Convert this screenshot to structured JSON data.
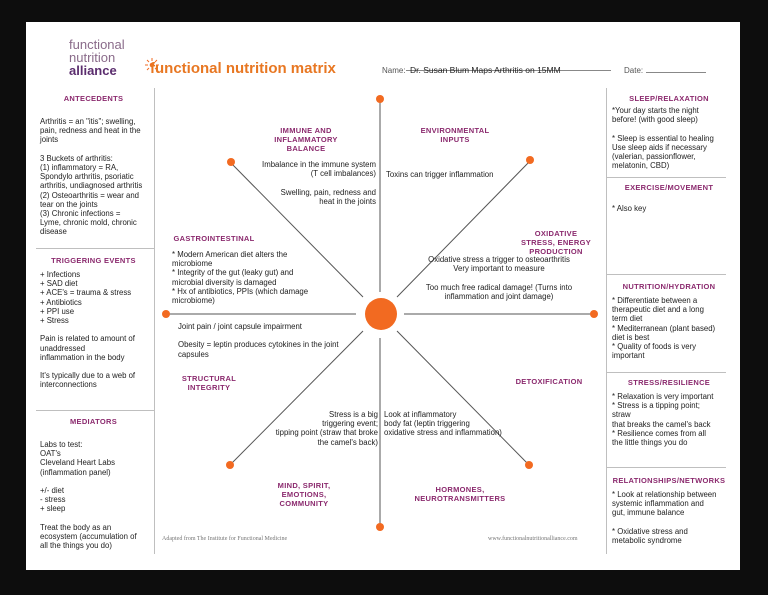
{
  "logo": {
    "line1": "functional",
    "line2": "nutrition",
    "line3": "alliance"
  },
  "title": "functional nutrition matrix",
  "name_field": {
    "label": "Name:",
    "value": "Dr. Susan Blum Maps Arthritis on 15MM"
  },
  "date_field": {
    "label": "Date:"
  },
  "left": {
    "antecedents": {
      "header": "ANTECEDENTS",
      "text": "Arthritis = an \"itis\"; swelling,\npain, redness and heat in the\njoints\n\n3 Buckets of arthritis:\n(1) inflammatory = RA,\nSpondylo arthritis, psoriatic\narthritis, undiagnosed arthritis\n(2) Osteoarthritis = wear and\ntear on the joints\n(3) Chronic infections =\nLyme, chronic mold, chronic\ndisease"
    },
    "triggering": {
      "header": "TRIGGERING EVENTS",
      "text": "+ Infections\n+ SAD diet\n+ ACE's = trauma & stress\n+ Antibiotics\n+ PPI use\n+ Stress\n\nPain is related to amount of\nunaddressed\ninflammation in the body\n\nIt's typically due to a web of\ninterconnections"
    },
    "mediators": {
      "header": "MEDIATORS",
      "text": "Labs to test:\nOAT's\nCleveland Heart Labs\n(inflammation panel)\n\n+/- diet\n- stress\n+ sleep\n\nTreat the body as an\necosystem (accumulation of\nall the things you do)"
    }
  },
  "right": {
    "sleep": {
      "header": "SLEEP/RELAXATION",
      "text": "*Your day starts the night\nbefore! (with good sleep)\n\n* Sleep is essential to healing\nUse sleep aids if necessary\n(valerian, passionflower,\nmelatonin, CBD)"
    },
    "exercise": {
      "header": "EXERCISE/MOVEMENT",
      "text": "* Also key"
    },
    "nutrition": {
      "header": "NUTRITION/HYDRATION",
      "text": "* Differentiate between a\ntherapeutic diet and a long\nterm diet\n* Mediterranean (plant based)\ndiet is best\n* Quality of foods is very\nimportant"
    },
    "stress": {
      "header": "STRESS/RESILIENCE",
      "text": "* Relaxation is very important\n* Stress is a tipping point;\nstraw\nthat breaks the camel's back\n* Resilience comes from all\nthe little things you do"
    },
    "relationships": {
      "header": "RELATIONSHIPS/NETWORKS",
      "text": "* Look at relationship between\nsystemic inflammation and\ngut, immune balance\n\n* Oxidative stress and\nmetabolic syndrome"
    }
  },
  "center": {
    "immune": {
      "header": "IMMUNE AND\nINFLAMMATORY\nBALANCE",
      "text": "Imbalance in the immune system\n(T cell imbalances)\n\nSwelling, pain, redness and\nheat in the joints"
    },
    "environmental": {
      "header": "ENVIRONMENTAL\nINPUTS",
      "text": "Toxins can trigger inflammation"
    },
    "gastro": {
      "header": "GASTROINTESTINAL",
      "text": "* Modern American diet alters the\nmicrobiome\n* Integrity of the gut (leaky gut) and\nmicrobial diversity is damaged\n* Hx of antibiotics, PPIs (which damage\nmicrobiome)"
    },
    "oxidative": {
      "header": "OXIDATIVE\nSTRESS, ENERGY\nPRODUCTION",
      "text": "Oxidative stress a trigger to osteoarthritis\nVery important to measure\n\nToo much free radical damage! (Turns into\ninflammation and joint damage)"
    },
    "structural": {
      "header": "STRUCTURAL\nINTEGRITY",
      "text": "Joint pain / joint capsule impairment\n\nObesity = leptin produces cytokines in the joint\ncapsules"
    },
    "detox": {
      "header": "DETOXIFICATION"
    },
    "mind": {
      "header": "MIND, SPIRIT,\nEMOTIONS,\nCOMMUNITY",
      "text": "Stress is a big\ntriggering event;\ntipping point (straw that broke\nthe camel's back)"
    },
    "hormones": {
      "header": "HORMONES,\nNEUROTRANSMITTERS",
      "text": "Look at inflammatory\nbody fat (leptin triggering\noxidative stress and inflammation)"
    }
  },
  "footer": {
    "left": "Adapted from The Institute for Functional Medicine",
    "right": "www.functionalnutritionalliance.com"
  },
  "colors": {
    "accent": "#f26a21",
    "header": "#8b2a6e",
    "logo": "#5b2d6e"
  }
}
